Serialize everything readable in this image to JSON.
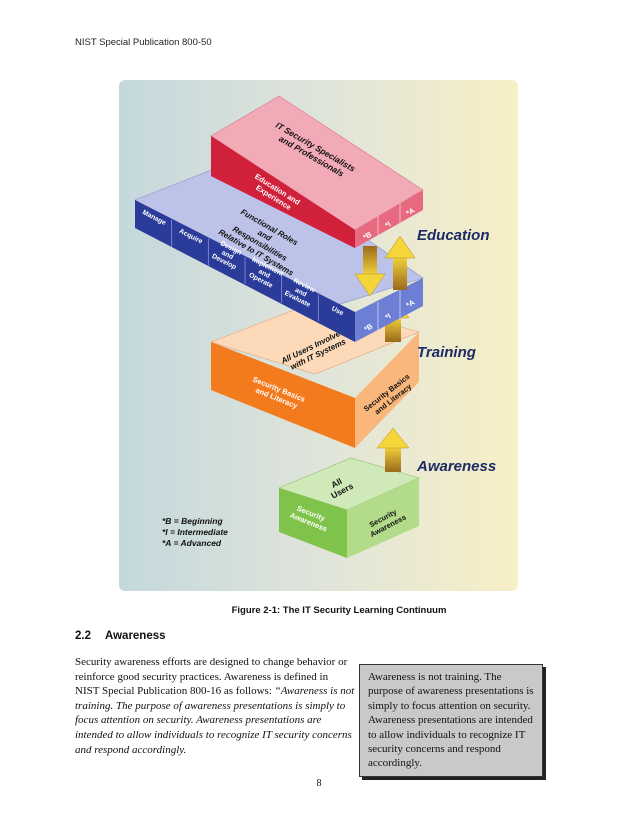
{
  "header": {
    "publication": "NIST Special Publication 800-50"
  },
  "figure": {
    "education_block": {
      "top_text": [
        "IT Security Specialists",
        "and Professionals"
      ],
      "front_text": [
        "Education and",
        "Experience"
      ],
      "levels": [
        "*B",
        "*I",
        "*A"
      ]
    },
    "training_block": {
      "top_text": [
        "Functional Roles",
        "and",
        "Responsibilities",
        "Relative to IT Systems"
      ],
      "roles": [
        {
          "line1": "Manage",
          "line2": "",
          "line3": ""
        },
        {
          "line1": "Acquire",
          "line2": "",
          "line3": ""
        },
        {
          "line1": "Design",
          "line2": "and",
          "line3": "Develop"
        },
        {
          "line1": "Implement",
          "line2": "and",
          "line3": "Operate"
        },
        {
          "line1": "Review",
          "line2": "and",
          "line3": "Evaluate"
        },
        {
          "line1": "Use",
          "line2": "",
          "line3": ""
        }
      ],
      "levels": [
        "*B",
        "*I",
        "*A"
      ]
    },
    "basics_block": {
      "top_text": [
        "All Users Involved",
        "with IT Systems"
      ],
      "front_text": [
        "Security Basics",
        "and Literacy"
      ],
      "side_text": [
        "Security Basics",
        "and Literacy"
      ]
    },
    "awareness_block": {
      "top_text": [
        "All",
        "Users"
      ],
      "front_text": [
        "Security",
        "Awareness"
      ],
      "side_text": [
        "Security",
        "Awareness"
      ]
    },
    "stage_labels": {
      "education": "Education",
      "training": "Training",
      "awareness": "Awareness"
    },
    "legend": [
      "*B = Beginning",
      "*I = Intermediate",
      "*A = Advanced"
    ]
  },
  "caption": "Figure 2-1:  The IT Security Learning Continuum",
  "section": {
    "number": "2.2",
    "title": "Awareness"
  },
  "body": {
    "intro": "Security awareness efforts are designed to change behavior or reinforce good security practices.  Awareness is defined in NIST Special Publication 800-16 as follows:",
    "quote": "“Awareness is not training.  The purpose of awareness presentations is simply to focus attention on security.  Awareness presentations are intended to allow individuals to recognize IT security concerns and respond accordingly."
  },
  "sidebar": {
    "text": "Awareness is not training.  The purpose of awareness presentations is simply to focus attention on security.  Awareness presentations are intended to allow individuals to recognize IT security concerns and respond accordingly."
  },
  "page_number": "8"
}
